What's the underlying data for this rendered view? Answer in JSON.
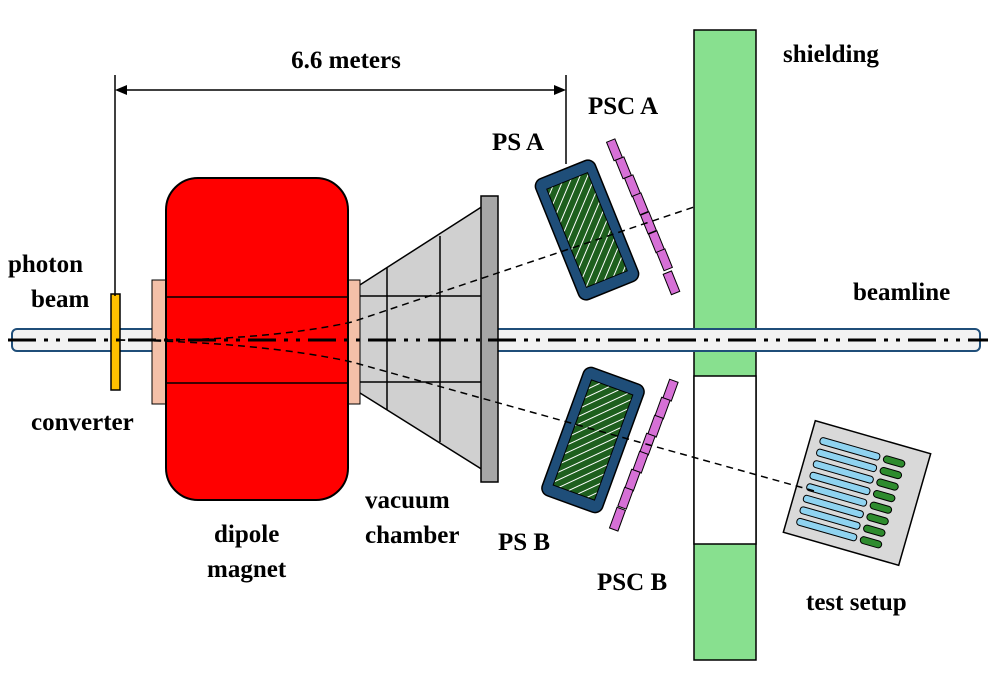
{
  "labels": {
    "distance": "6.6 meters",
    "shielding": "shielding",
    "psc_a": "PSC A",
    "ps_a": "PS A",
    "photon_beam_line1": "photon",
    "photon_beam_line2": "beam",
    "beamline": "beamline",
    "converter": "converter",
    "dipole_line1": "dipole",
    "dipole_line2": "magnet",
    "vacuum_line1": "vacuum",
    "vacuum_line2": "chamber",
    "ps_b": "PS B",
    "psc_b": "PSC B",
    "test_setup": "test setup"
  },
  "colors": {
    "magnet": "#ff0000",
    "shielding": "#88e08f",
    "converter": "#ffc000",
    "chamber": "#d0d0d0",
    "flange": "#a6a6a6",
    "ps_frame": "#1f4e79",
    "ps_fill": "#1e5f1e",
    "psc": "#d670d6",
    "pole_plate": "#f4c0a8",
    "test_plate": "#d9d9d9",
    "test_bar": "#8fd3f0",
    "test_pmt": "#2e8b2e"
  }
}
